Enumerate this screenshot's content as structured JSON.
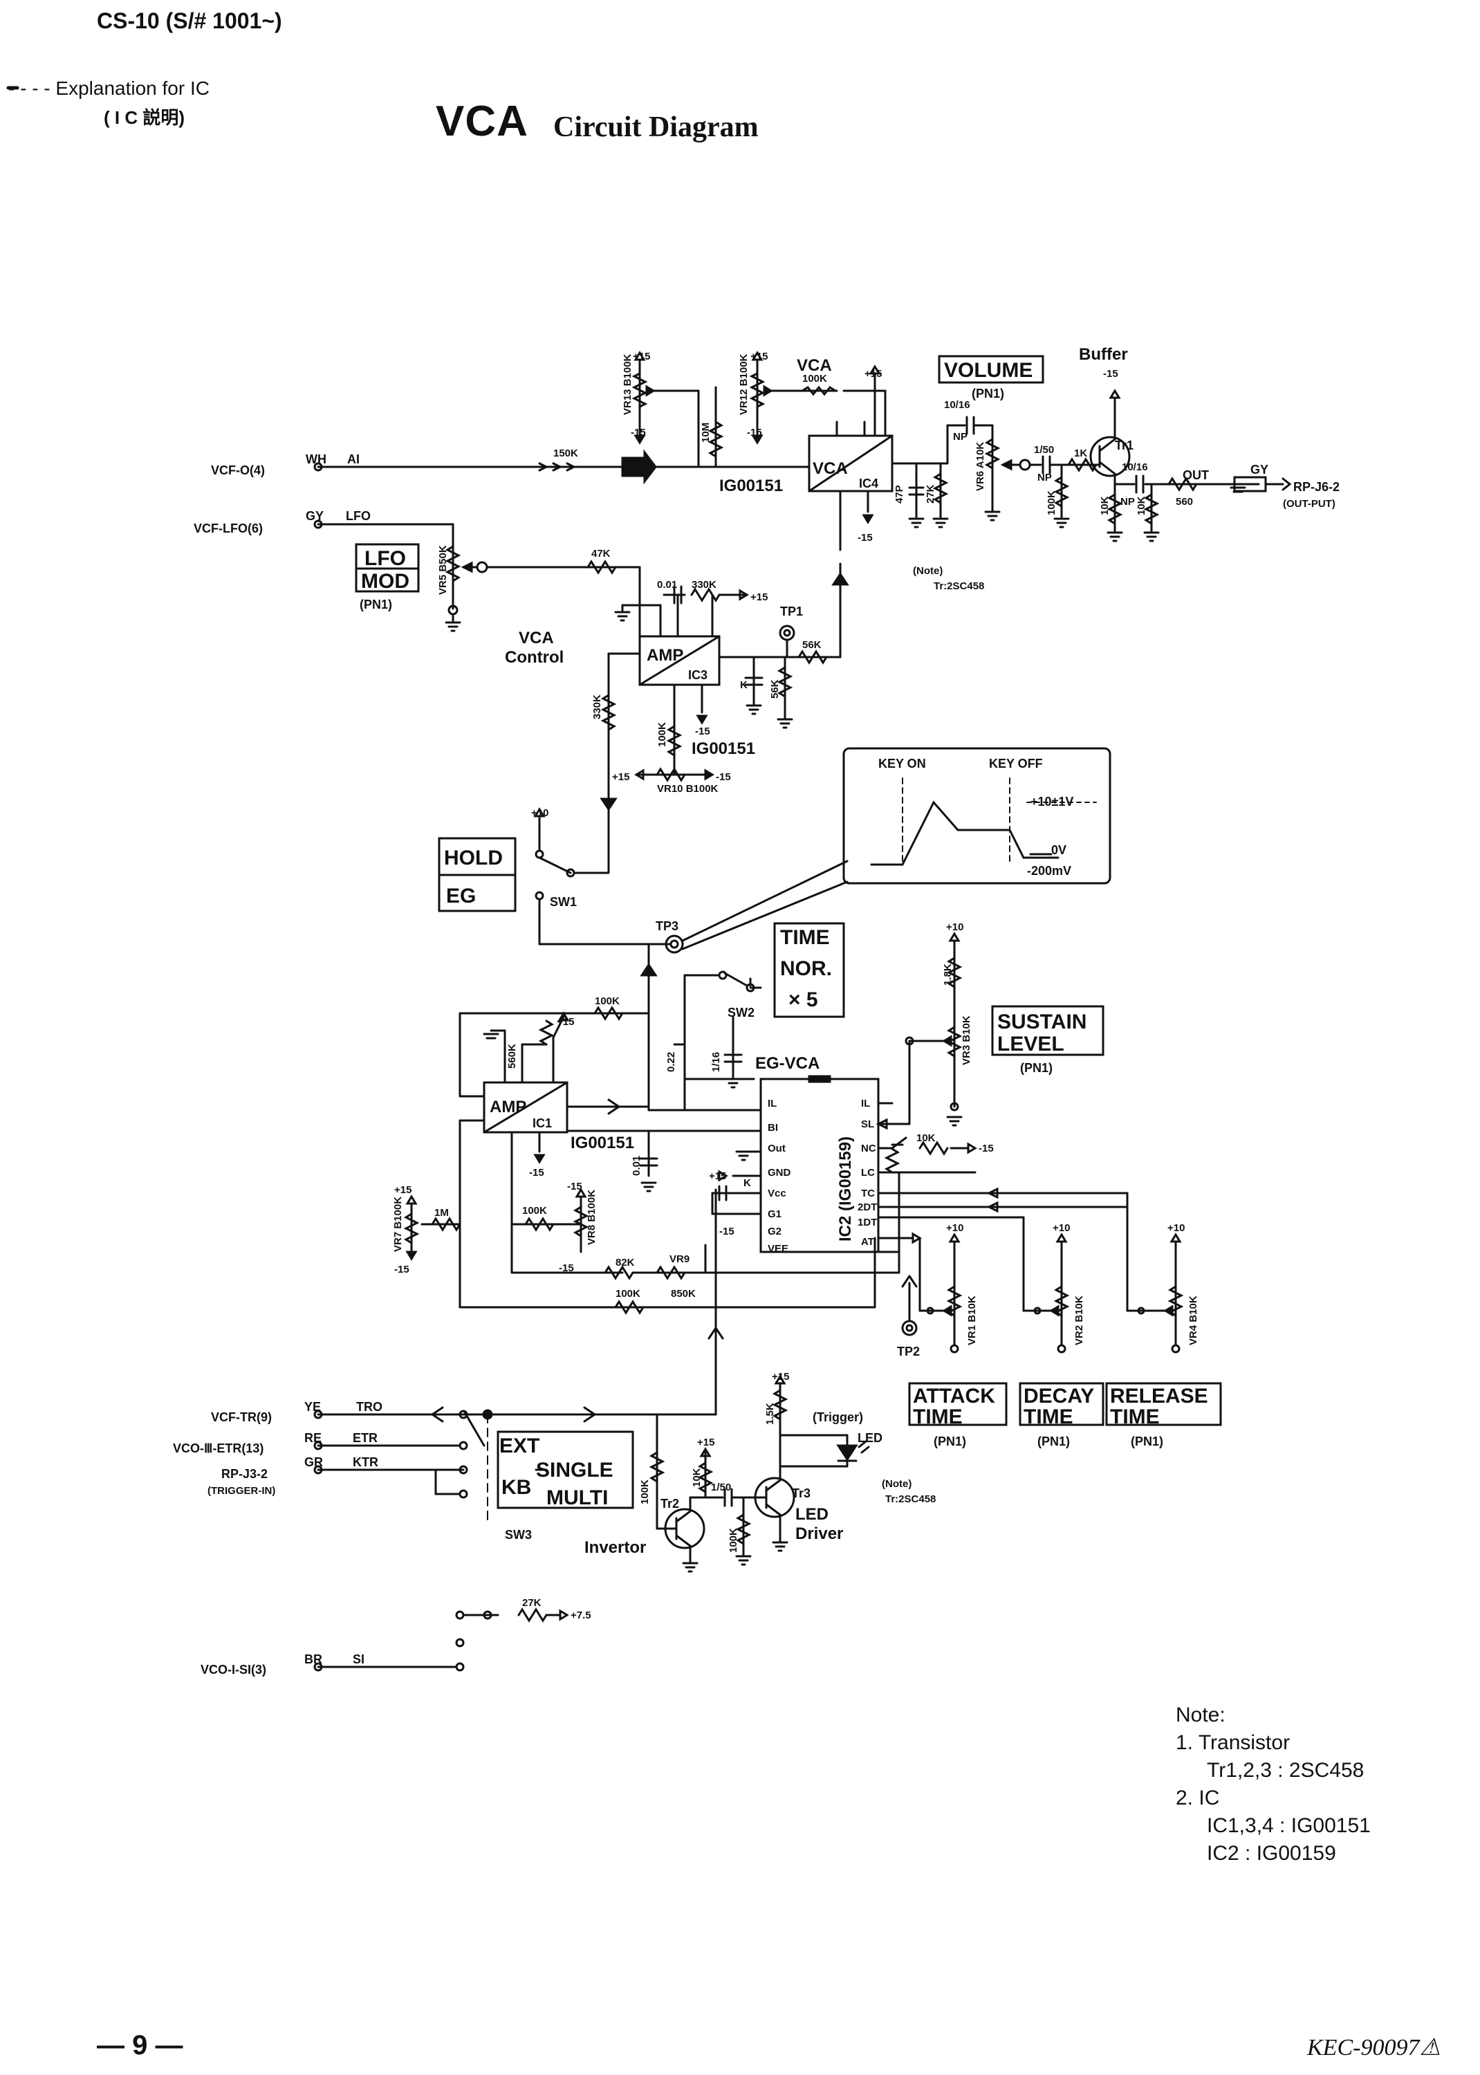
{
  "header": {
    "model": "CS-10 (S/# 1001~)",
    "ic_explanation": "- - - - Explanation for IC",
    "ic_explanation_jp": "( I C 説明)",
    "title_main": "VCA",
    "title_sub": "Circuit Diagram"
  },
  "connectors": {
    "vcf_o": "VCF-O(4)",
    "vcf_o_wire": "WH",
    "vcf_o_sig": "AI",
    "vcf_lfo": "VCF-LFO(6)",
    "vcf_lfo_wire": "GY",
    "vcf_lfo_sig": "LFO",
    "vcf_tr": "VCF-TR(9)",
    "vcf_tr_wire": "YE",
    "vcf_tr_sig": "TRO",
    "vco_etr": "VCO-Ⅲ-ETR(13)",
    "vco_etr_wire": "RE",
    "vco_etr_sig": "ETR",
    "rp_j3": "RP-J3-2",
    "rp_j3_wire": "GR",
    "rp_j3_sig": "KTR",
    "rp_j3_note": "(TRIGGER-IN)",
    "vco_si": "VCO-I-SI(3)",
    "vco_si_wire": "BR",
    "vco_si_sig": "SI",
    "rp_j6": "RP-J6-2",
    "rp_j6_note": "(OUT-PUT)",
    "out_label": "OUT",
    "out_wire": "GY"
  },
  "blocks": {
    "vca_label": "VCA",
    "vca_ic": "VCA",
    "ic4": "IC4",
    "amp": "AMP",
    "ic3": "IC3",
    "ic1": "IC1",
    "ic_part": "IG00151",
    "vca_control": "VCA",
    "vca_control2": "Control",
    "eg_vca": "EG-VCA",
    "ic2": "IC2 (IG00159)",
    "buffer": "Buffer",
    "tr1": "Tr1",
    "tr2": "Tr2",
    "tr3": "Tr3",
    "led_driver": "LED",
    "led_driver2": "Driver",
    "invertor": "Invertor",
    "led": "LED",
    "trigger": "(Trigger)",
    "note_tr": "(Note)",
    "note_tr2": "Tr:2SC458"
  },
  "panels": {
    "volume": "VOLUME",
    "lfo_mod": [
      "LFO",
      "MOD"
    ],
    "pn1": "(PN1)",
    "hold": "HOLD",
    "eg": "EG",
    "sw1": "SW1",
    "sw2": "SW2",
    "sw3": "SW3",
    "time_nor": [
      "TIME",
      "NOR.",
      "× 5"
    ],
    "sustain": [
      "SUSTAIN",
      "LEVEL"
    ],
    "attack": [
      "ATTACK",
      "TIME"
    ],
    "decay": [
      "DECAY",
      "TIME"
    ],
    "release": [
      "RELEASE",
      "TIME"
    ],
    "ext": "EXT",
    "kb": "KB",
    "single": "SINGLE",
    "multi": "MULTI",
    "tp1": "TP1",
    "tp2": "TP2",
    "tp3": "TP3"
  },
  "ic2_pins": [
    "IL",
    "BI",
    "Out",
    "GND",
    "Vcc",
    "G1",
    "G2",
    "VEE",
    "IL",
    "SL",
    "NC",
    "LC",
    "TC",
    "2DT",
    "1DT",
    "AT"
  ],
  "waveform": {
    "key_on": "KEY ON",
    "key_off": "KEY OFF",
    "v_high": "+10±1V",
    "v_zero": "0V",
    "v_low": "-200mV"
  },
  "components": {
    "r150k": "150K",
    "r10m": "10M",
    "vr13": "VR13 B100K",
    "vr12": "VR12 B100K",
    "r100k": "100K",
    "p15": "+15",
    "m15": "-15",
    "c47p": "47P",
    "r27k": "27K",
    "vr6": "VR6 A10K",
    "r1k": "1K",
    "c1_50": "1/50",
    "c10_16": "10/16",
    "np": "NP",
    "r560": "560",
    "r10k": "10K",
    "r47k": "47K",
    "vr5": "VR5 B50K",
    "c001": "0.01",
    "r330k": "330K",
    "r56k": "56K",
    "ck": "K",
    "vr10": "VR10 B100K",
    "p10": "+10",
    "c022": "0.22",
    "c1_16": "1/16",
    "r560k": "560K",
    "r1m": "1M",
    "vr7": "VR7 B100K",
    "vr8": "VR8 B100K",
    "r82k": "82K",
    "vr9": "VR9",
    "r850k": "850K",
    "r18k": "1.8K",
    "vr3": "VR3 B10K",
    "vr1": "VR1 B10K",
    "vr2": "VR2 B10K",
    "vr4": "VR4 B10K",
    "r15k": "1.5K",
    "r27k2": "27K",
    "p75": "+7.5",
    "c001b": "0.01"
  },
  "notes": {
    "title": "Note:",
    "l1": "1.  Transistor",
    "l2": "Tr1,2,3  : 2SC458",
    "l3": "2.  IC",
    "l4": "IC1,3,4  : IG00151",
    "l5": "IC2       : IG00159"
  },
  "footer": {
    "page": "— 9 —",
    "doc": "KEC-90097⚠"
  }
}
